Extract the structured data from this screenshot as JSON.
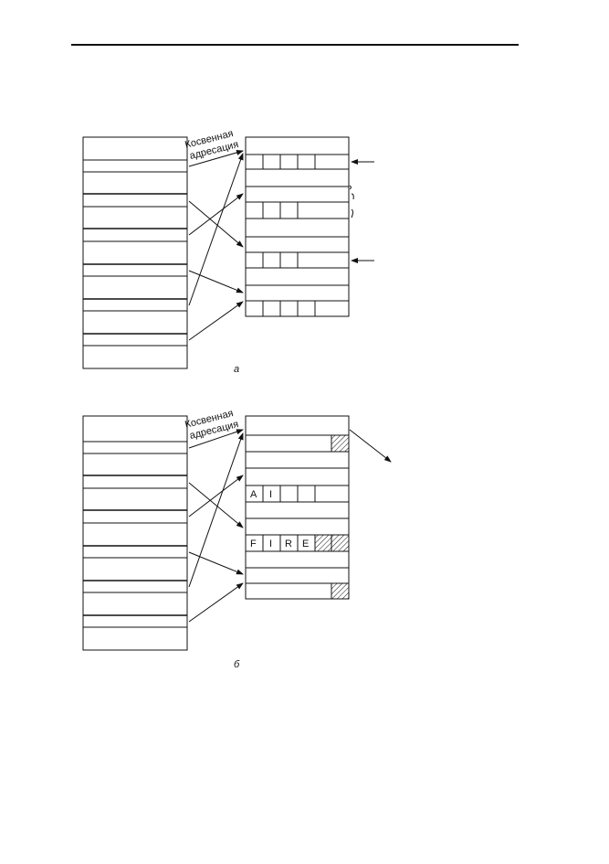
{
  "diagrams": {
    "a": {
      "caption": "а",
      "arrow_label_line1": "Косвенная",
      "arrow_label_line2": "адресация"
    },
    "b": {
      "caption": "б",
      "arrow_label_line1": "Косвенная",
      "arrow_label_line2": "адресация",
      "row_text_1": [
        "A",
        "I"
      ],
      "row_text_2": [
        "F",
        "I",
        "R",
        "E"
      ]
    }
  },
  "colors": {
    "line": "#111111",
    "background": "#ffffff"
  }
}
